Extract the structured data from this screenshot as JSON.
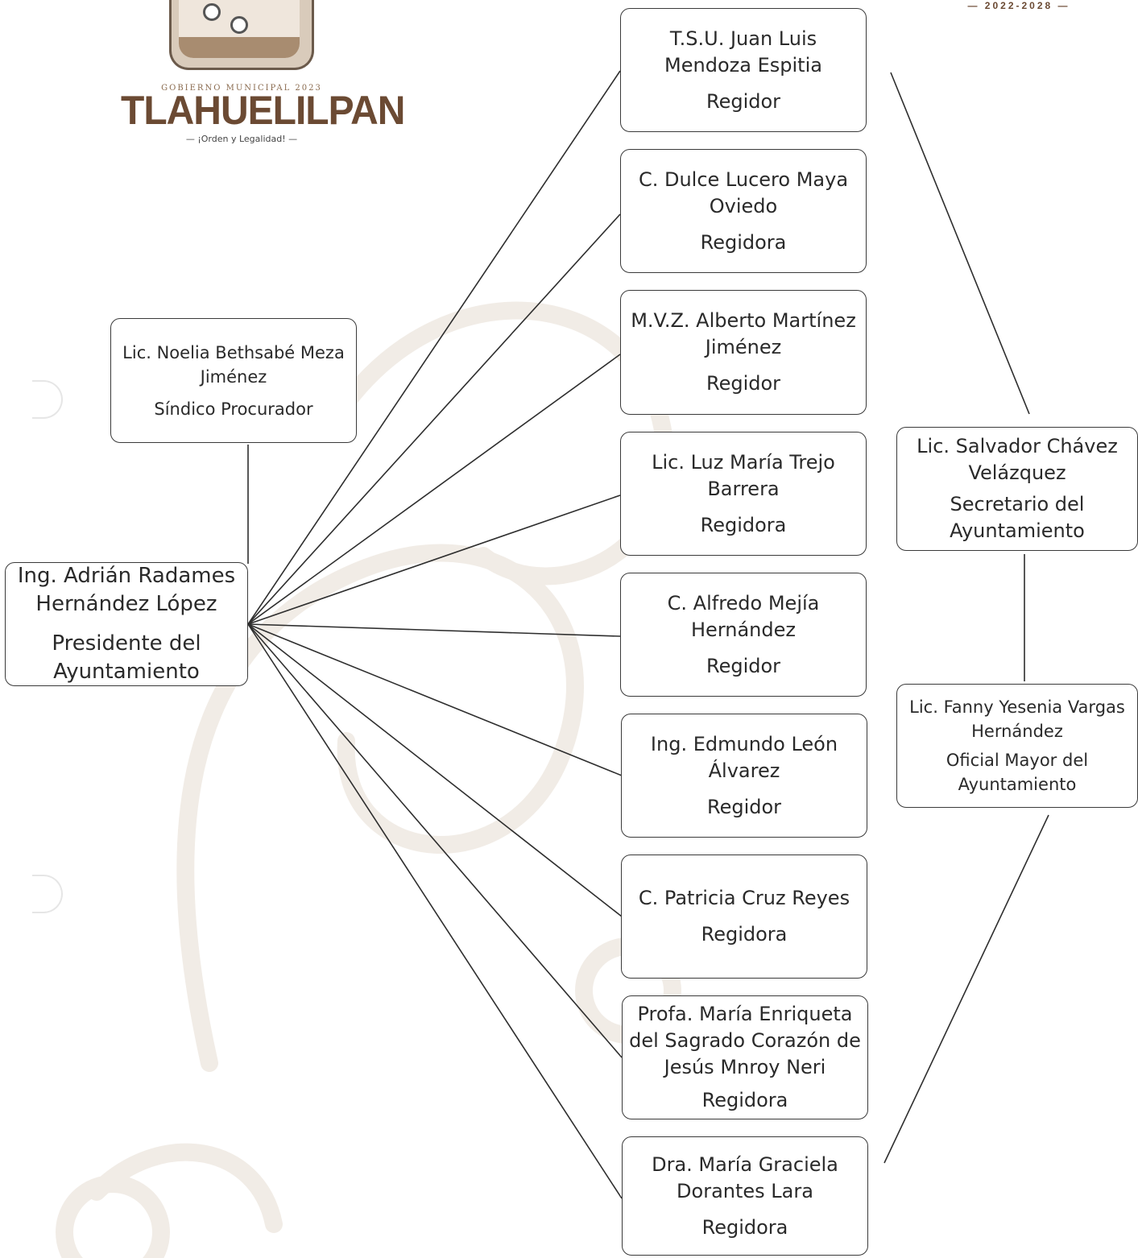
{
  "header": {
    "logo_top_line": "GOBIERNO MUNICIPAL 2023",
    "logo_name": "TLAHUELILPAN",
    "logo_tagline": "¡Orden y Legalidad!",
    "years": "2022-2028"
  },
  "president": {
    "name": "Ing. Adrián Radames\nHernández López",
    "role": "Presidente del\nAyuntamiento"
  },
  "sindico": {
    "name": "Lic. Noelia Bethsabé Meza\nJiménez",
    "role": "Síndico Procurador"
  },
  "regidores": [
    {
      "name": "T.S.U. Juan Luis\nMendoza Espitia",
      "role": "Regidor"
    },
    {
      "name": "C. Dulce Lucero Maya\nOviedo",
      "role": "Regidora"
    },
    {
      "name": "M.V.Z. Alberto Martínez\nJiménez",
      "role": "Regidor"
    },
    {
      "name": "Lic. Luz María Trejo\nBarrera",
      "role": "Regidora"
    },
    {
      "name": "C. Alfredo Mejía\nHernández",
      "role": "Regidor"
    },
    {
      "name": "Ing. Edmundo León\nÁlvarez",
      "role": "Regidor"
    },
    {
      "name": "C. Patricia Cruz Reyes",
      "role": "Regidora"
    },
    {
      "name": "Profa. María Enriqueta\ndel Sagrado Corazón de\nJesús Mnroy Neri",
      "role": "Regidora"
    },
    {
      "name": "Dra. María Graciela\nDorantes Lara",
      "role": "Regidora"
    }
  ],
  "secretario": {
    "name": "Lic. Salvador Chávez\nVelázquez",
    "role": "Secretario del\nAyuntamiento"
  },
  "oficial_mayor": {
    "name": "Lic. Fanny Yesenia Vargas\nHernández",
    "role": "Oficial Mayor del\nAyuntamiento"
  },
  "colors": {
    "line": "#2e2e2e",
    "border": "#3a3a3a",
    "brand": "#6b4a33",
    "watermark": "#f1ece6"
  }
}
